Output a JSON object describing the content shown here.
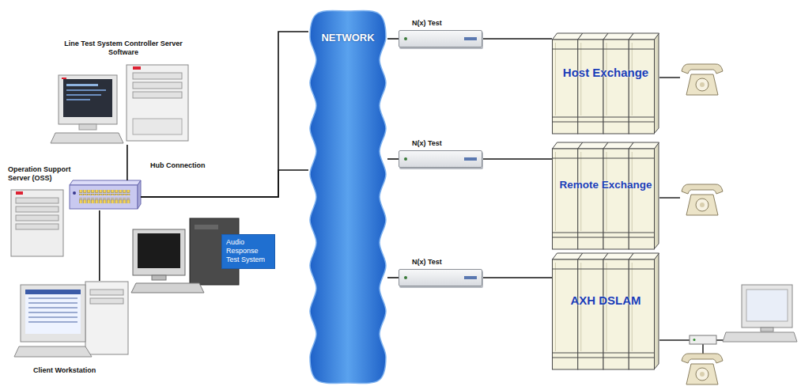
{
  "diagram": {
    "nodes": [
      {
        "text": [
          "Line Test System Controller Server Software"
        ]
      },
      {
        "text": [
          "Operation Support Server (OSS)"
        ]
      },
      {
        "text": [
          "Hub Connection"
        ]
      },
      {
        "text": [
          "Audio Response Test System"
        ]
      },
      {
        "text": [
          "Client Workstation"
        ]
      },
      {
        "text": [
          "NETWORK"
        ]
      },
      {
        "text": [
          "N(x) Test"
        ]
      },
      {
        "text": [
          "Host Exchange"
        ]
      },
      {
        "text": [
          "N(x) Test"
        ]
      },
      {
        "text": [
          "Remote Exchange"
        ]
      },
      {
        "text": [
          "N(x) Test"
        ]
      },
      {
        "text": [
          "AXH DSLAM"
        ]
      }
    ],
    "edges": [
      {
        "from": 0,
        "to": 2,
        "arrow": "none"
      },
      {
        "from": 2,
        "to": 4,
        "arrow": "none"
      },
      {
        "from": 2,
        "to": 5,
        "arrow": "none"
      },
      {
        "from": 2,
        "to": 5,
        "arrow": "none"
      },
      {
        "from": 5,
        "to": 6,
        "arrow": "none"
      },
      {
        "from": 6,
        "to": 7,
        "arrow": "none"
      },
      {
        "from": 5,
        "to": 8,
        "arrow": "none"
      },
      {
        "from": 8,
        "to": 9,
        "arrow": "none"
      },
      {
        "from": 5,
        "to": 10,
        "arrow": "none"
      },
      {
        "from": 10,
        "to": 11,
        "arrow": "none"
      }
    ]
  }
}
